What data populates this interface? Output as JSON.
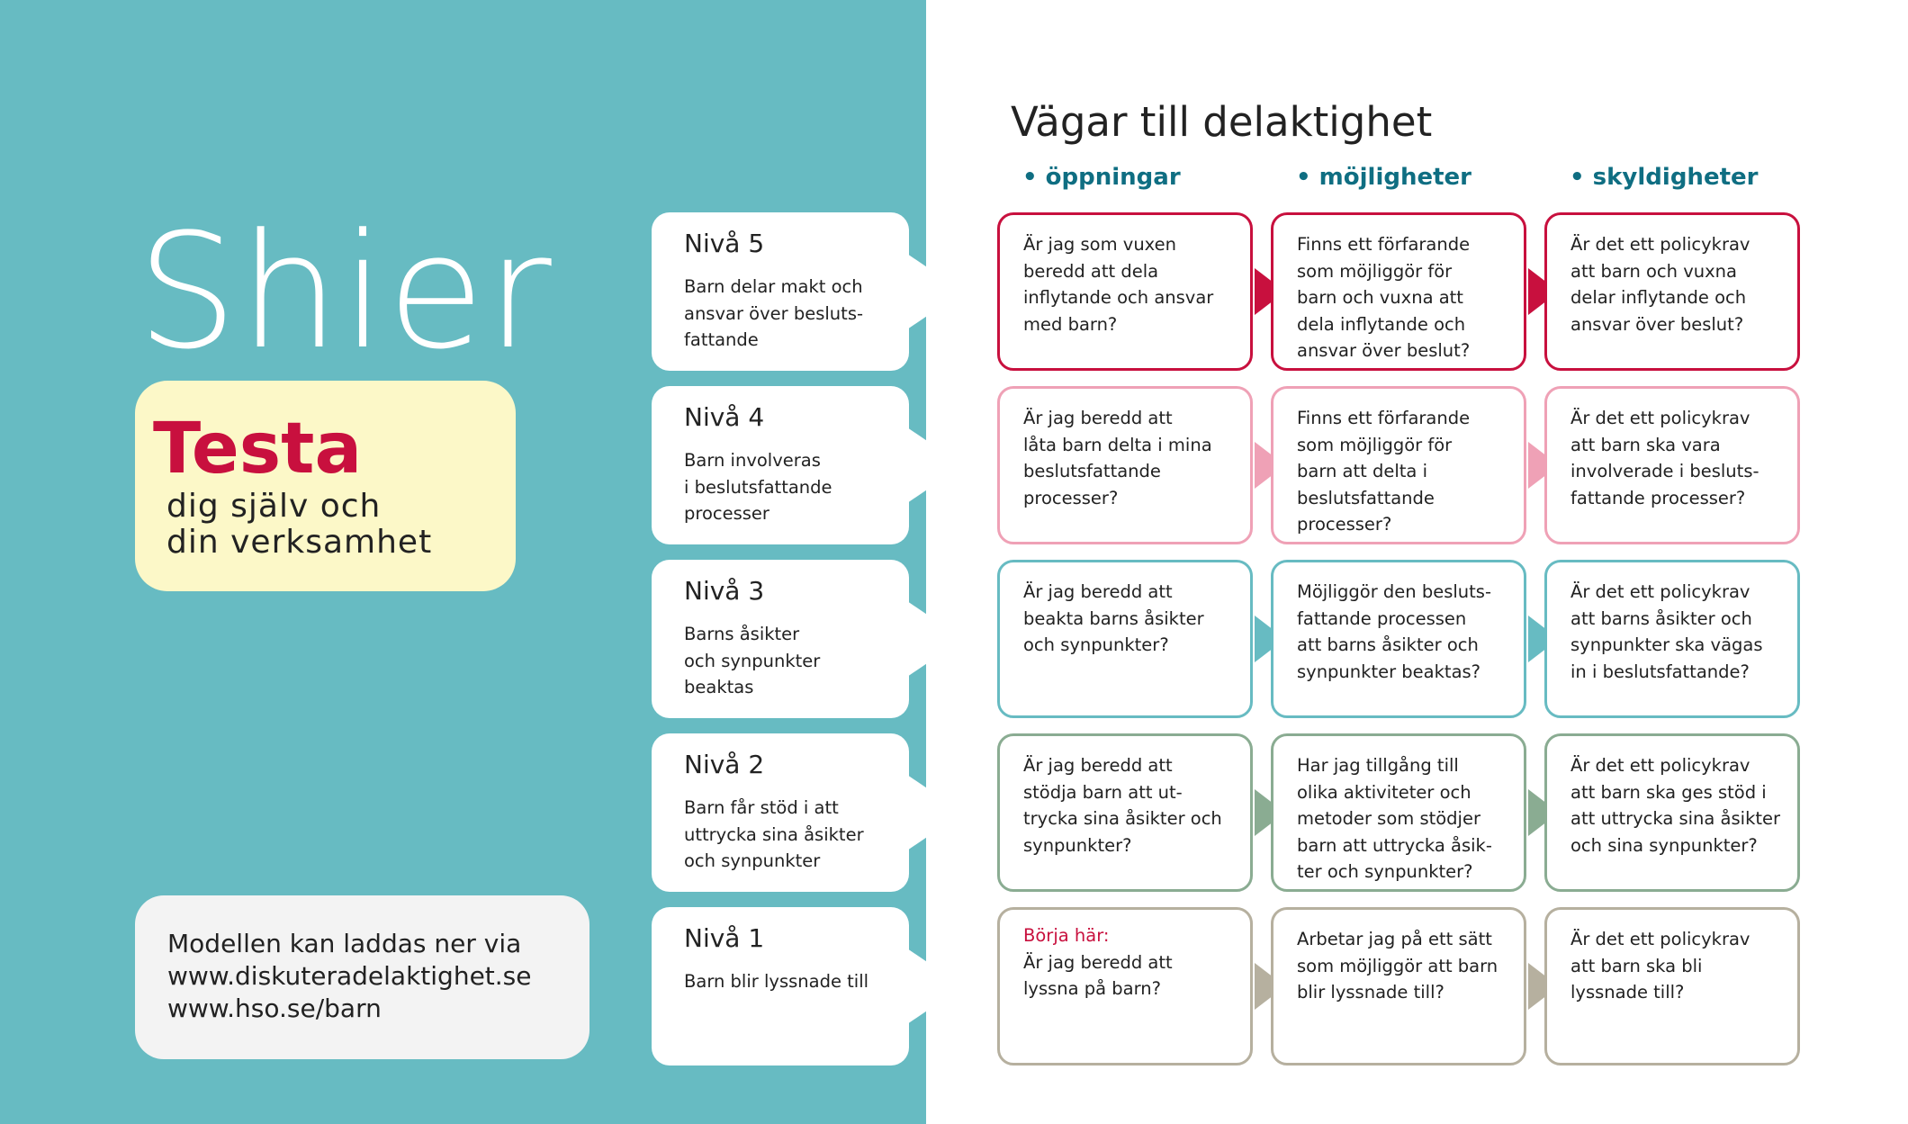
{
  "brand": "Shier",
  "test_box": {
    "title": "Testa",
    "subtitle_lines": [
      "dig själv och",
      "din verksamhet"
    ]
  },
  "download": {
    "lines": [
      "Modellen kan laddas ner via",
      "www.diskuteradelaktighet.se",
      "www.hso.se/barn"
    ]
  },
  "main_title": "Vägar till delaktighet",
  "columns": [
    "• öppningar",
    "• möjligheter",
    "• skyldigheter"
  ],
  "colors": {
    "panel": "#67BBC2",
    "test_box": "#FCF8C8",
    "download_box": "#F3F3F3",
    "heading_teal": "#0F6E82",
    "accent_red": "#C8103E",
    "level_5": "#C8103E",
    "level_4": "#EFA1B6",
    "level_3": "#67BBC2",
    "level_2": "#8AAC92",
    "level_1": "#B6B09F"
  },
  "rows": [
    {
      "level": "Nivå 5",
      "desc_lines": [
        "Barn delar makt och",
        "ansvar över besluts-",
        "fattande"
      ],
      "cells": [
        {
          "lines": [
            "Är jag som vuxen",
            "beredd att dela",
            "inflytande och ansvar",
            "med barn?"
          ]
        },
        {
          "lines": [
            "Finns ett förfarande",
            "som möjliggör för",
            "barn och vuxna att",
            "dela inflytande och",
            "ansvar över beslut?"
          ]
        },
        {
          "lines": [
            "Är det ett policykrav",
            "att barn och vuxna",
            "delar inflytande och",
            "ansvar över beslut?"
          ]
        }
      ]
    },
    {
      "level": "Nivå 4",
      "desc_lines": [
        "Barn involveras",
        "i beslutsfattande",
        "processer"
      ],
      "cells": [
        {
          "lines": [
            "Är jag beredd att",
            "låta barn delta i mina",
            "beslutsfattande",
            "processer?"
          ]
        },
        {
          "lines": [
            "Finns ett förfarande",
            "som möjliggör för",
            "barn att delta i",
            "beslutsfattande",
            "processer?"
          ]
        },
        {
          "lines": [
            "Är det ett policykrav",
            "att barn ska vara",
            "involverade i besluts-",
            "fattande processer?"
          ]
        }
      ]
    },
    {
      "level": "Nivå 3",
      "desc_lines": [
        "Barns åsikter",
        "och synpunkter",
        "beaktas"
      ],
      "cells": [
        {
          "lines": [
            "Är jag beredd att",
            "beakta barns åsikter",
            "och synpunkter?"
          ]
        },
        {
          "lines": [
            "Möjliggör den besluts-",
            "fattande processen",
            "att barns åsikter och",
            "synpunkter beaktas?"
          ]
        },
        {
          "lines": [
            "Är det ett policykrav",
            "att barns åsikter och",
            "synpunkter ska vägas",
            "in i beslutsfattande?"
          ]
        }
      ]
    },
    {
      "level": "Nivå 2",
      "desc_lines": [
        "Barn får stöd i att",
        "uttrycka sina åsikter",
        "och synpunkter"
      ],
      "cells": [
        {
          "lines": [
            "Är jag beredd att",
            "stödja barn att ut-",
            "trycka sina åsikter och",
            "synpunkter?"
          ]
        },
        {
          "lines": [
            "Har jag tillgång till",
            "olika aktiviteter och",
            "metoder som stödjer",
            "barn att uttrycka åsik-",
            "ter och synpunkter?"
          ]
        },
        {
          "lines": [
            "Är det ett policykrav",
            "att barn ska ges stöd i",
            "att uttrycka sina åsikter",
            "och sina synpunkter?"
          ]
        }
      ]
    },
    {
      "level": "Nivå 1",
      "desc_lines": [
        "Barn blir lyssnade till"
      ],
      "cells": [
        {
          "start_label": "Börja här:",
          "lines": [
            "Är jag beredd att",
            "lyssna på barn?"
          ]
        },
        {
          "lines": [
            "Arbetar jag på ett sätt",
            "som möjliggör att barn",
            "blir lyssnade till?"
          ]
        },
        {
          "lines": [
            "Är det ett policykrav",
            "att barn ska bli",
            "lyssnade till?"
          ]
        }
      ]
    }
  ]
}
